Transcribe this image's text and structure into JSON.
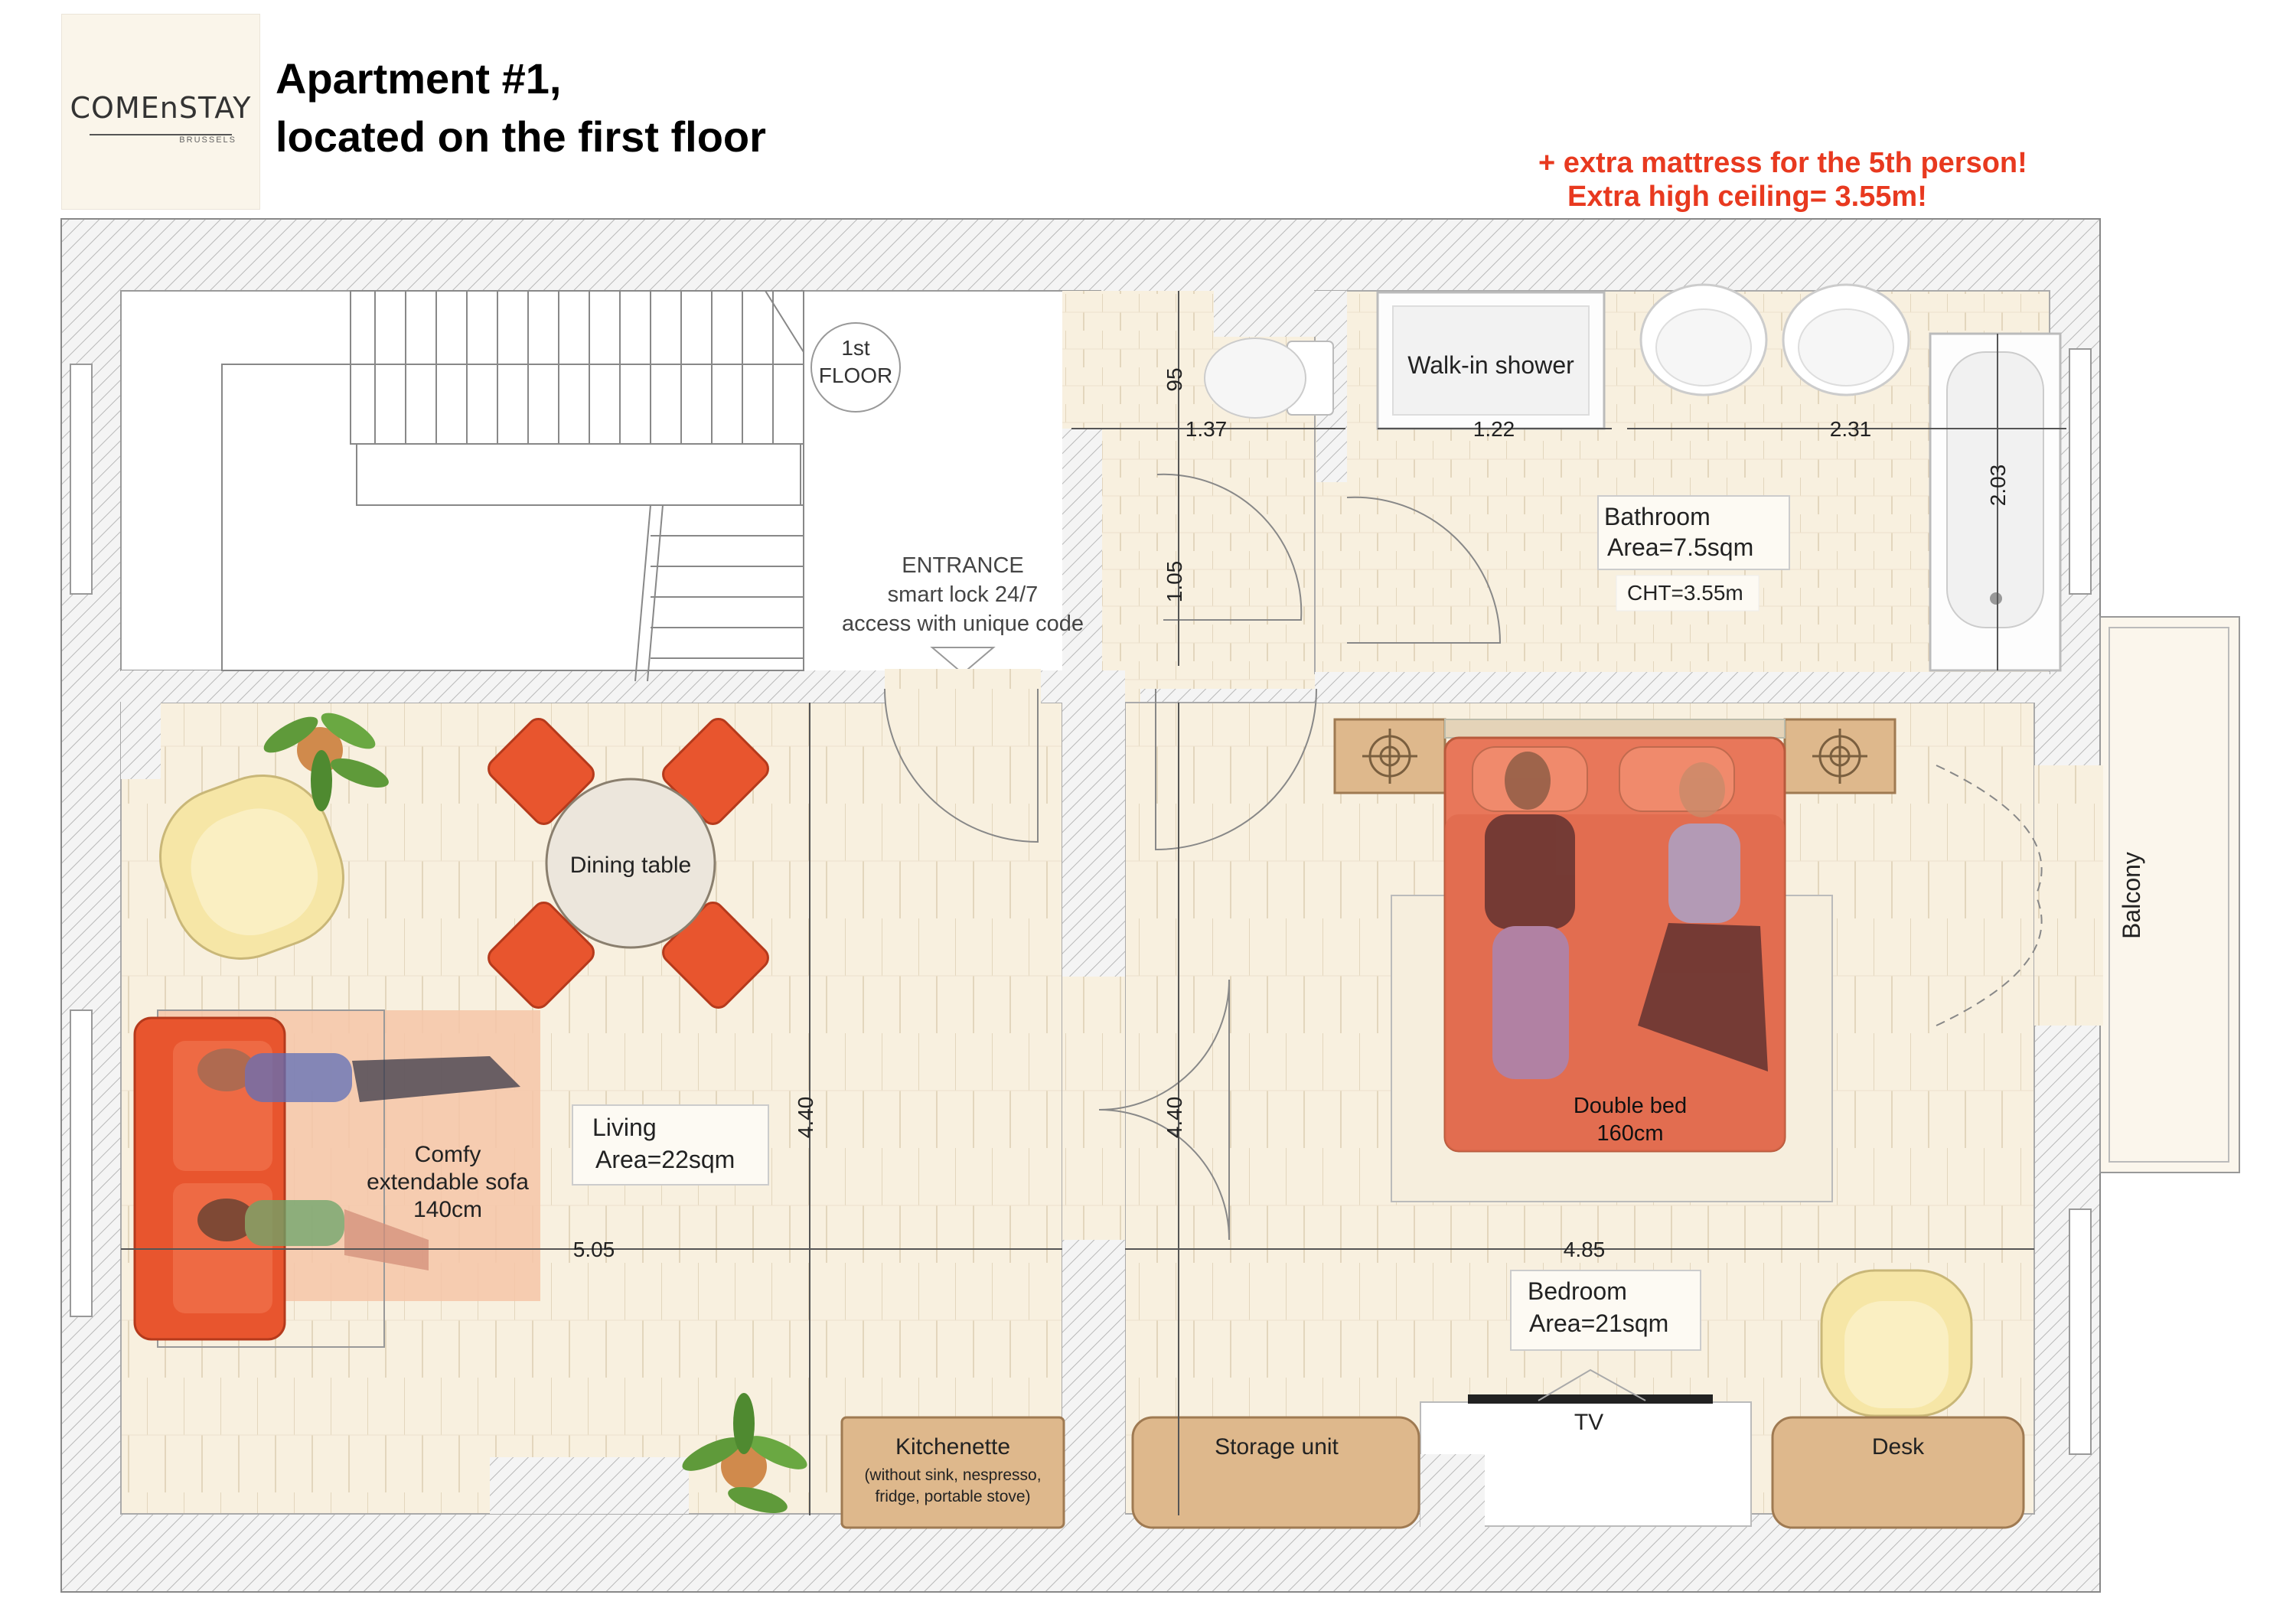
{
  "header": {
    "logo_text": "COMEnSTAY",
    "logo_subtext": "BRUSSELS",
    "title_line1": "Apartment #1,",
    "title_line2": "located on the first floor",
    "note_line1": "+ extra mattress for the 5th person!",
    "note_line2": "Extra high ceiling= 3.55m!"
  },
  "colors": {
    "floor": "#f8f0df",
    "wall_hatch": "#c8c8c8",
    "furniture_orange": "#e8552e",
    "wood": "#deb88c",
    "bed": "#e8775a"
  },
  "labels": {
    "floor_marker": [
      "1st",
      "FLOOR"
    ],
    "entrance": [
      "ENTRANCE",
      "smart lock 24/7",
      "access with unique code"
    ],
    "walk_in_shower": "Walk-in shower",
    "bathroom": [
      "Bathroom",
      "Area=7.5sqm"
    ],
    "cht": "CHT=3.55m",
    "dining_table": "Dining table",
    "living": [
      "Living",
      "Area=22sqm"
    ],
    "sofa": [
      "Comfy",
      "extendable sofa",
      "140cm"
    ],
    "double_bed": [
      "Double bed",
      "160cm"
    ],
    "bedroom": [
      "Bedroom",
      "Area=21sqm"
    ],
    "balcony": "Balcony",
    "kitchenette": [
      "Kitchenette",
      "(without sink, nespresso,",
      "fridge, portable stove)"
    ],
    "storage_unit": "Storage unit",
    "tv": "TV",
    "desk": "Desk"
  },
  "dimensions": {
    "toilet_depth": "95",
    "toilet_width": "1.37",
    "shower_width": "1.22",
    "sinks_width": "2.31",
    "bath_length": "2.03",
    "corridor": "1.05",
    "living_height": "4.40",
    "bedroom_height": "4.40",
    "living_width": "5.05",
    "bedroom_width": "4.85"
  }
}
